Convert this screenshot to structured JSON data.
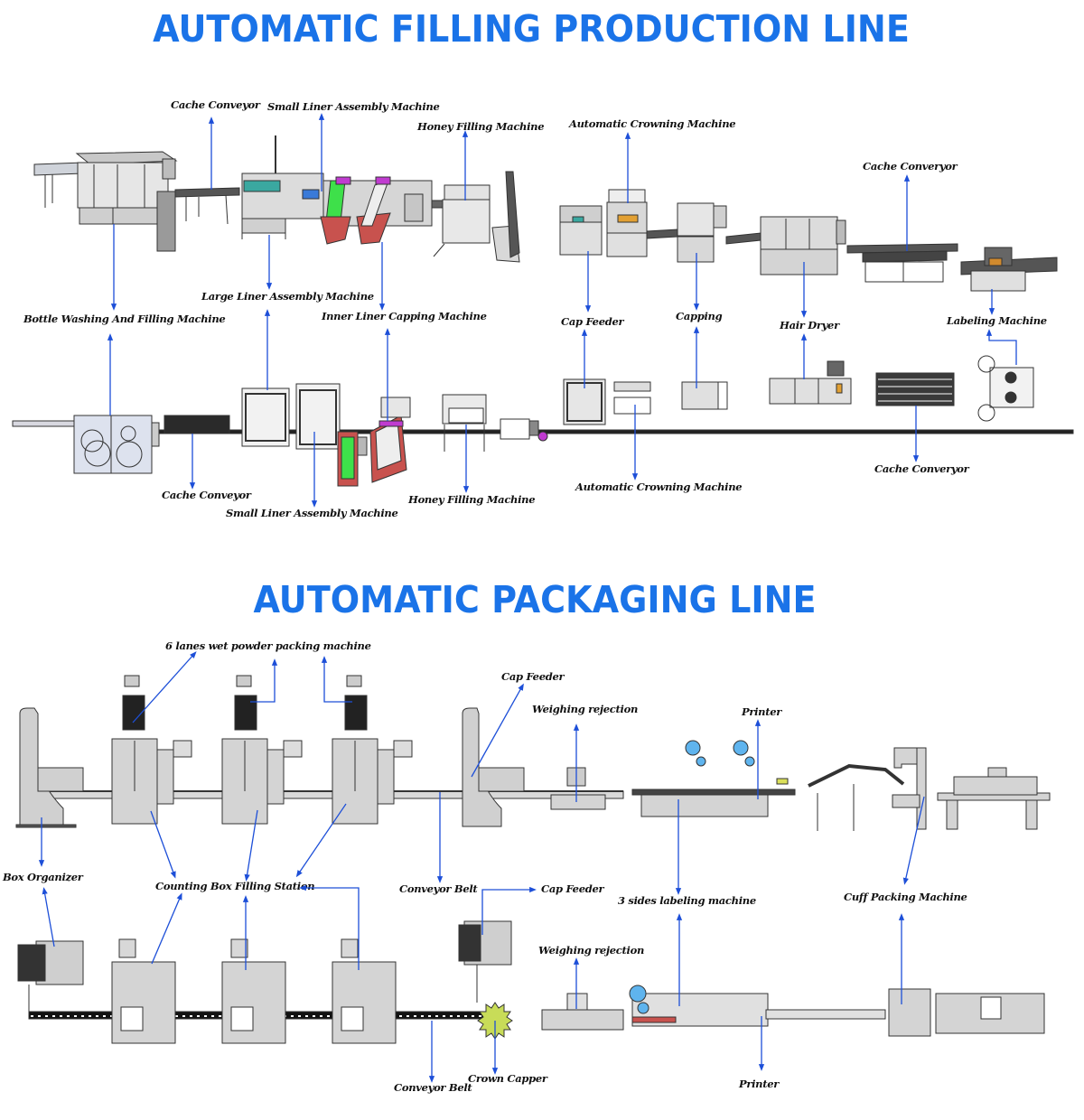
{
  "titles": {
    "filling": "AUTOMATIC FILLING PRODUCTION LINE",
    "packaging": "AUTOMATIC PACKAGING LINE"
  },
  "colors": {
    "title": "#1a73e8",
    "arrow": "#1d4fd8",
    "machine_fill": "#d4d4d4",
    "machine_stroke": "#333333",
    "hopper_red": "#c8524e",
    "feeder_green": "#3ee04a",
    "roll_blue": "#5fb4ee",
    "star_wheel": "#c8dc58"
  },
  "filling_line": {
    "iso_view_labels": [
      "Cache Conveyor",
      "Small Liner Assembly Machine",
      "Honey Filling Machine",
      "Automatic Crowning Machine",
      "Cache Converyor",
      "Bottle Washing And  Filling Machine",
      "Large Liner Assembly Machine",
      "Inner Liner Capping Machine",
      "Cap Feeder",
      "Capping",
      "Hair Dryer",
      "Labeling Machine"
    ],
    "top_view_labels": [
      "Cache Conveyor",
      "Small Liner Assembly Machine",
      "Honey Filling Machine",
      "Automatic Crowning Machine",
      "Cache Converyor"
    ]
  },
  "packaging_line": {
    "side_view_labels": [
      "6 lanes wet powder packing machine",
      "Cap Feeder",
      "Weighing rejection",
      "Printer",
      "Box Organizer",
      "Counting Box Filling Station",
      "Conveyor Belt",
      "3 sides labeling machine",
      "Cuff Packing Machine"
    ],
    "top_view_labels": [
      "Cap Feeder",
      "Weighing rejection",
      "Conveyor Belt",
      "Crown Capper",
      "Printer"
    ]
  }
}
